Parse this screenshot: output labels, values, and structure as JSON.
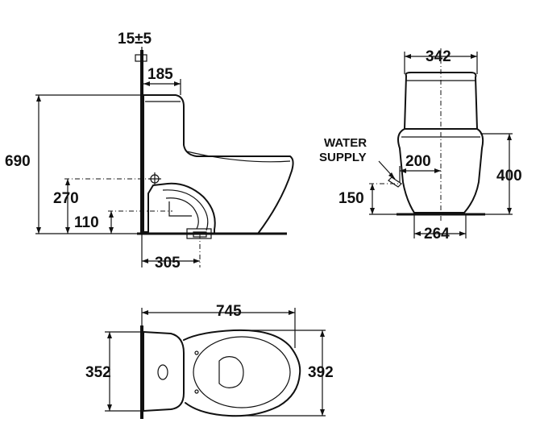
{
  "diagram": {
    "side_view": {
      "dim_offset": "15±5",
      "dim_depth_back": "185",
      "dim_height_total": "690",
      "dim_water_height": "270",
      "dim_outlet_height": "110",
      "dim_outlet_offset": "305"
    },
    "front_view": {
      "dim_tank_width": "342",
      "label_supply_line1": "WATER",
      "label_supply_line2": "SUPPLY",
      "dim_supply_offset": "200",
      "dim_supply_height": "150",
      "dim_body_height": "400",
      "dim_base_width": "264"
    },
    "top_view": {
      "dim_length": "745",
      "dim_tank_depth": "352",
      "dim_bowl_width": "392"
    }
  }
}
